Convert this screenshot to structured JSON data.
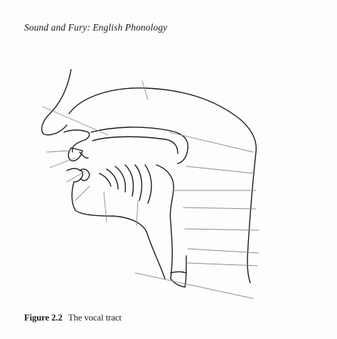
{
  "running_head": "Sound and Fury: English Phonology",
  "caption": {
    "label": "Figure 2.2",
    "text": "The vocal tract"
  },
  "colors": {
    "ink": "#1a1a1a",
    "leader_line": "#8c8c8c",
    "paper": "#fdfdfc"
  },
  "icons": {
    "figure": "vocal-tract-diagram"
  }
}
